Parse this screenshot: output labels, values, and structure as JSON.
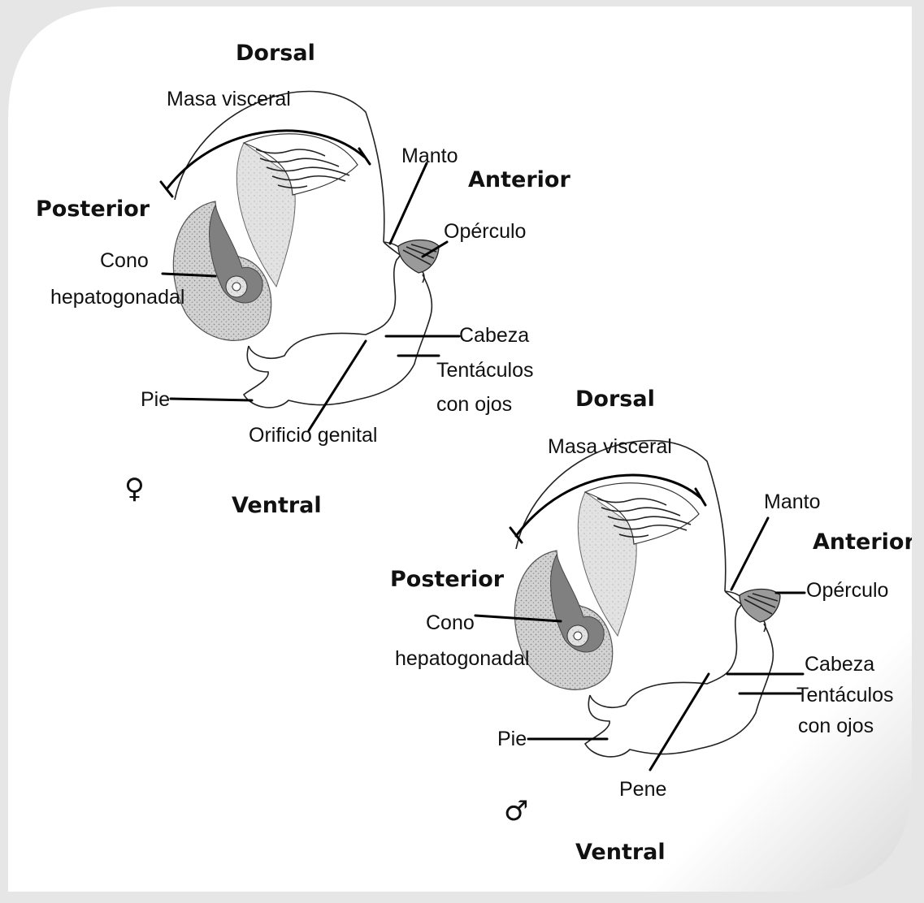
{
  "female": {
    "sex_symbol": "♀",
    "dorsal": "Dorsal",
    "ventral": "Ventral",
    "anterior": "Anterior",
    "posterior": "Posterior",
    "labels": {
      "masa_visceral": "Masa visceral",
      "manto": "Manto",
      "operculo": "Opérculo",
      "cono_line1": "Cono",
      "cono_line2": "hepatogonadal",
      "cabeza": "Cabeza",
      "tentaculos_line1": "Tentáculos",
      "tentaculos_line2": "con ojos",
      "pie": "Pie",
      "orificio_genital": "Orificio genital"
    }
  },
  "male": {
    "sex_symbol": "♂",
    "dorsal": "Dorsal",
    "ventral": "Ventral",
    "anterior": "Anterior",
    "posterior": "Posterior",
    "labels": {
      "masa_visceral": "Masa visceral",
      "manto": "Manto",
      "operculo": "Opérculo",
      "cono_line1": "Cono",
      "cono_line2": "hepatogonadal",
      "cabeza": "Cabeza",
      "tentaculos_line1": "Tentáculos",
      "tentaculos_line2": "con ojos",
      "pie": "Pie",
      "pene": "Pene"
    }
  },
  "colors": {
    "background": "#e6e6e6",
    "card": "#ffffff",
    "spiral_dark": "#808080",
    "spiral_stipple": "#c8c8c8",
    "gland_light": "#d8d8d8"
  }
}
